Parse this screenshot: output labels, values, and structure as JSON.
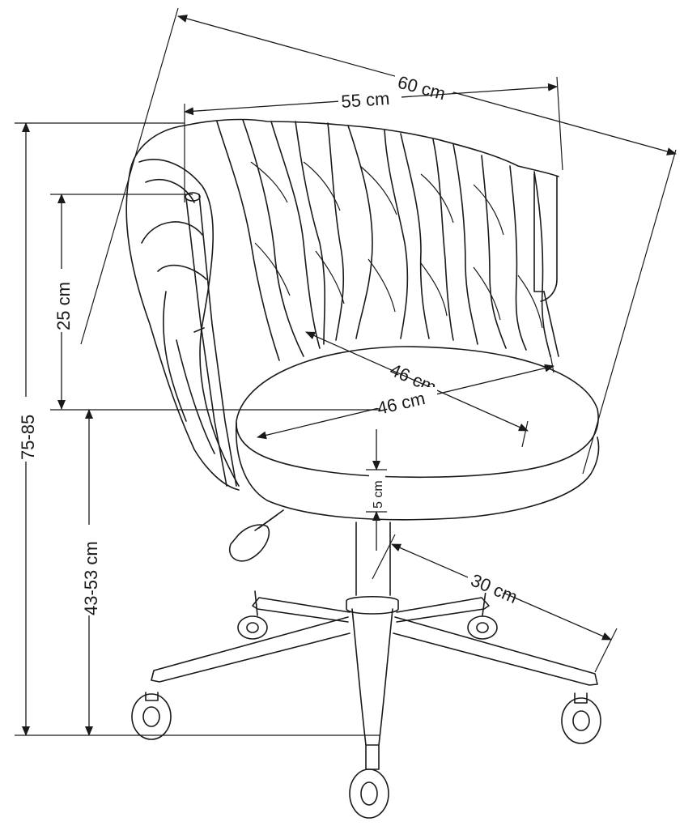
{
  "dimensions": {
    "overall_width": "60 cm",
    "back_width": "55 cm",
    "backrest_height": "25 cm",
    "total_height": "75-85",
    "seat_height": "43-53 cm",
    "seat_depth": "46 cm",
    "seat_width": "46 cm",
    "seat_thickness": "5 cm",
    "base_radius": "30 cm"
  }
}
